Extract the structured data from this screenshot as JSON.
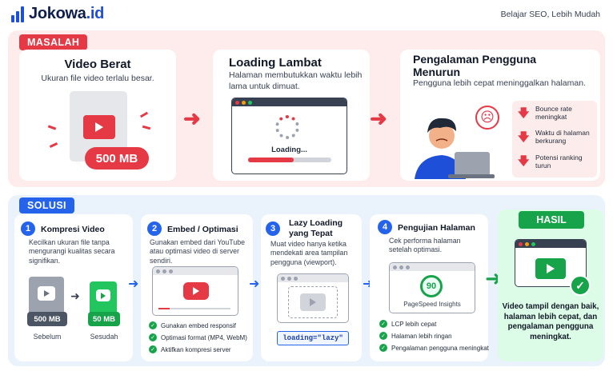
{
  "header": {
    "logo": "Jokowa",
    "logo_suffix": ".id",
    "tagline": "Belajar SEO, Lebih Mudah"
  },
  "masalah": {
    "tag": "MASALAH",
    "card1": {
      "title": "Video Berat",
      "text": "Ukuran file video terlalu besar.",
      "size": "500 MB"
    },
    "card2": {
      "title": "Loading Lambat",
      "text": "Halaman membutukkan waktu lebih lama untuk dimuat.",
      "loading": "Loading..."
    },
    "card3": {
      "title": "Pengalaman Pengguna Menurun",
      "text": "Pengguna lebih cepat meninggalkan halaman.",
      "stats": [
        "Bounce rate meningkat",
        "Waktu di halaman berkurang",
        "Potensi ranking turun"
      ]
    }
  },
  "solusi": {
    "tag": "SOLUSI",
    "step1": {
      "num": "1",
      "title": "Kompresi Video",
      "text": "Kecilkan ukuran file tanpa mengurangi kualitas secara signifikan.",
      "before_size": "500 MB",
      "after_size": "50 MB",
      "before_label": "Sebelum",
      "after_label": "Sesudah"
    },
    "step2": {
      "num": "2",
      "title": "Embed / Optimasi",
      "text": "Gunakan embed dari YouTube atau optimasi video di server sendiri.",
      "checks": [
        "Gunakan embed responsif",
        "Optimasi format (MP4, WebM)",
        "Aktifkan kompresi server"
      ]
    },
    "step3": {
      "num": "3",
      "title": "Lazy Loading yang Tepat",
      "text": "Muat video hanya ketika mendekati area tampilan pengguna (viewport).",
      "code": "loading=\"lazy\""
    },
    "step4": {
      "num": "4",
      "title": "Pengujian Halaman",
      "text": "Cek performa halaman setelah optimasi.",
      "score": "90",
      "score_label": "PageSpeed Insights",
      "checks": [
        "LCP lebih cepat",
        "Halaman lebih ringan",
        "Pengalaman pengguna meningkat"
      ]
    },
    "hasil": {
      "tag": "HASIL",
      "text": "Video tampil dengan baik, halaman lebih cepat, dan pengalaman pengguna meningkat."
    }
  },
  "colors": {
    "red": "#e63946",
    "blue": "#2563eb",
    "green": "#16a34a"
  }
}
